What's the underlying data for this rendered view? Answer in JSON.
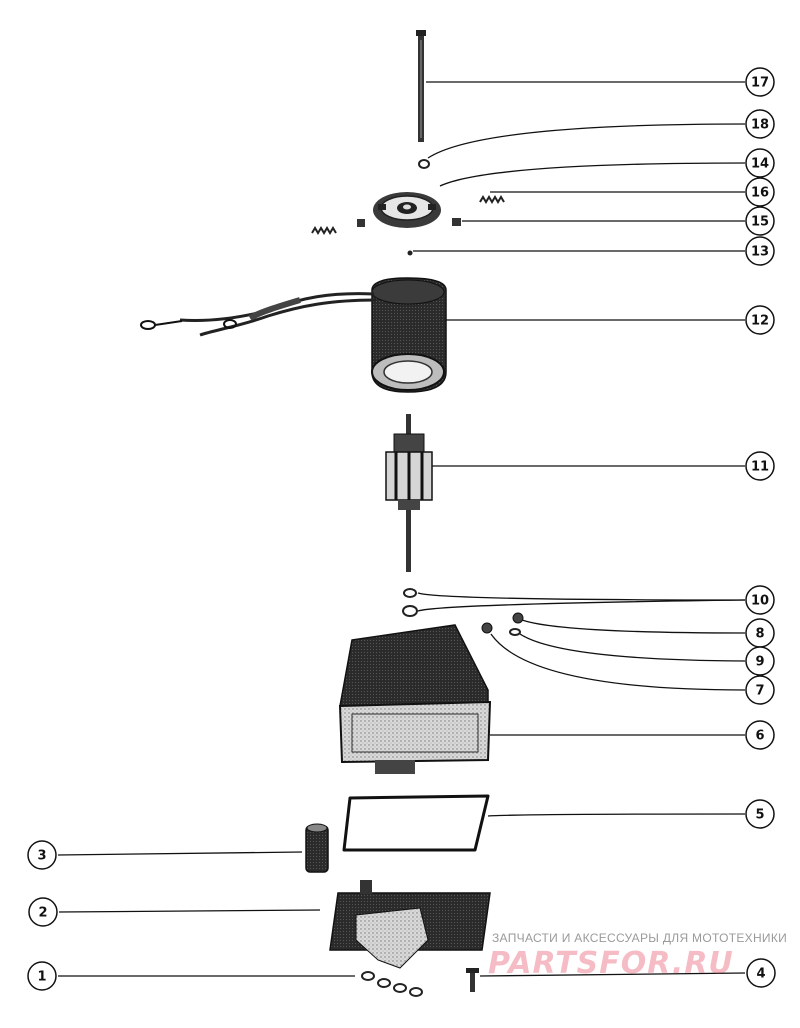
{
  "callouts": [
    {
      "id": "1",
      "label": "1"
    },
    {
      "id": "2",
      "label": "2"
    },
    {
      "id": "3",
      "label": "3"
    },
    {
      "id": "4",
      "label": "4"
    },
    {
      "id": "5",
      "label": "5"
    },
    {
      "id": "6",
      "label": "6"
    },
    {
      "id": "7",
      "label": "7"
    },
    {
      "id": "8",
      "label": "8"
    },
    {
      "id": "9",
      "label": "9"
    },
    {
      "id": "10",
      "label": "10"
    },
    {
      "id": "11",
      "label": "11"
    },
    {
      "id": "12",
      "label": "12"
    },
    {
      "id": "13",
      "label": "13"
    },
    {
      "id": "14",
      "label": "14"
    },
    {
      "id": "15",
      "label": "15"
    },
    {
      "id": "16",
      "label": "16"
    },
    {
      "id": "17",
      "label": "17"
    },
    {
      "id": "18",
      "label": "18"
    }
  ],
  "watermark": {
    "tagline": "ЗАПЧАСТИ И АКСЕССУАРЫ ДЛЯ МОТОТЕХНИКИ",
    "logo": "PARTSFOR.RU"
  }
}
